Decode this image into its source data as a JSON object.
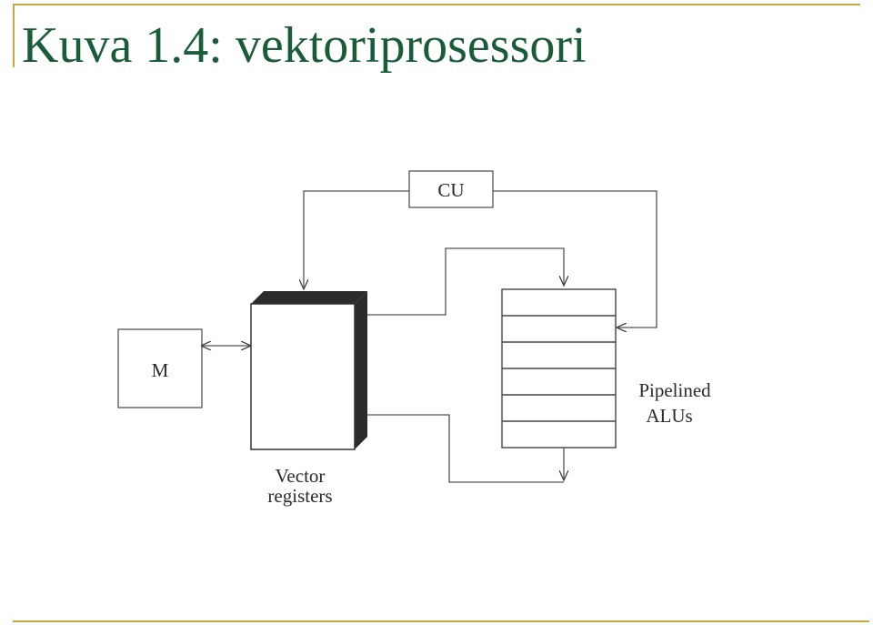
{
  "slide": {
    "title": "Kuva 1.4: vektoriprosessori",
    "title_color": "#1a5c3a",
    "accent_color": "#c9a646"
  },
  "diagram": {
    "cu_label": "CU",
    "memory_label": "M",
    "vector_registers_label": [
      "Vector",
      "registers"
    ],
    "pipelined_alus_label": [
      "Pipelined",
      "ALUs"
    ],
    "pipeline_stage_count": 6
  }
}
